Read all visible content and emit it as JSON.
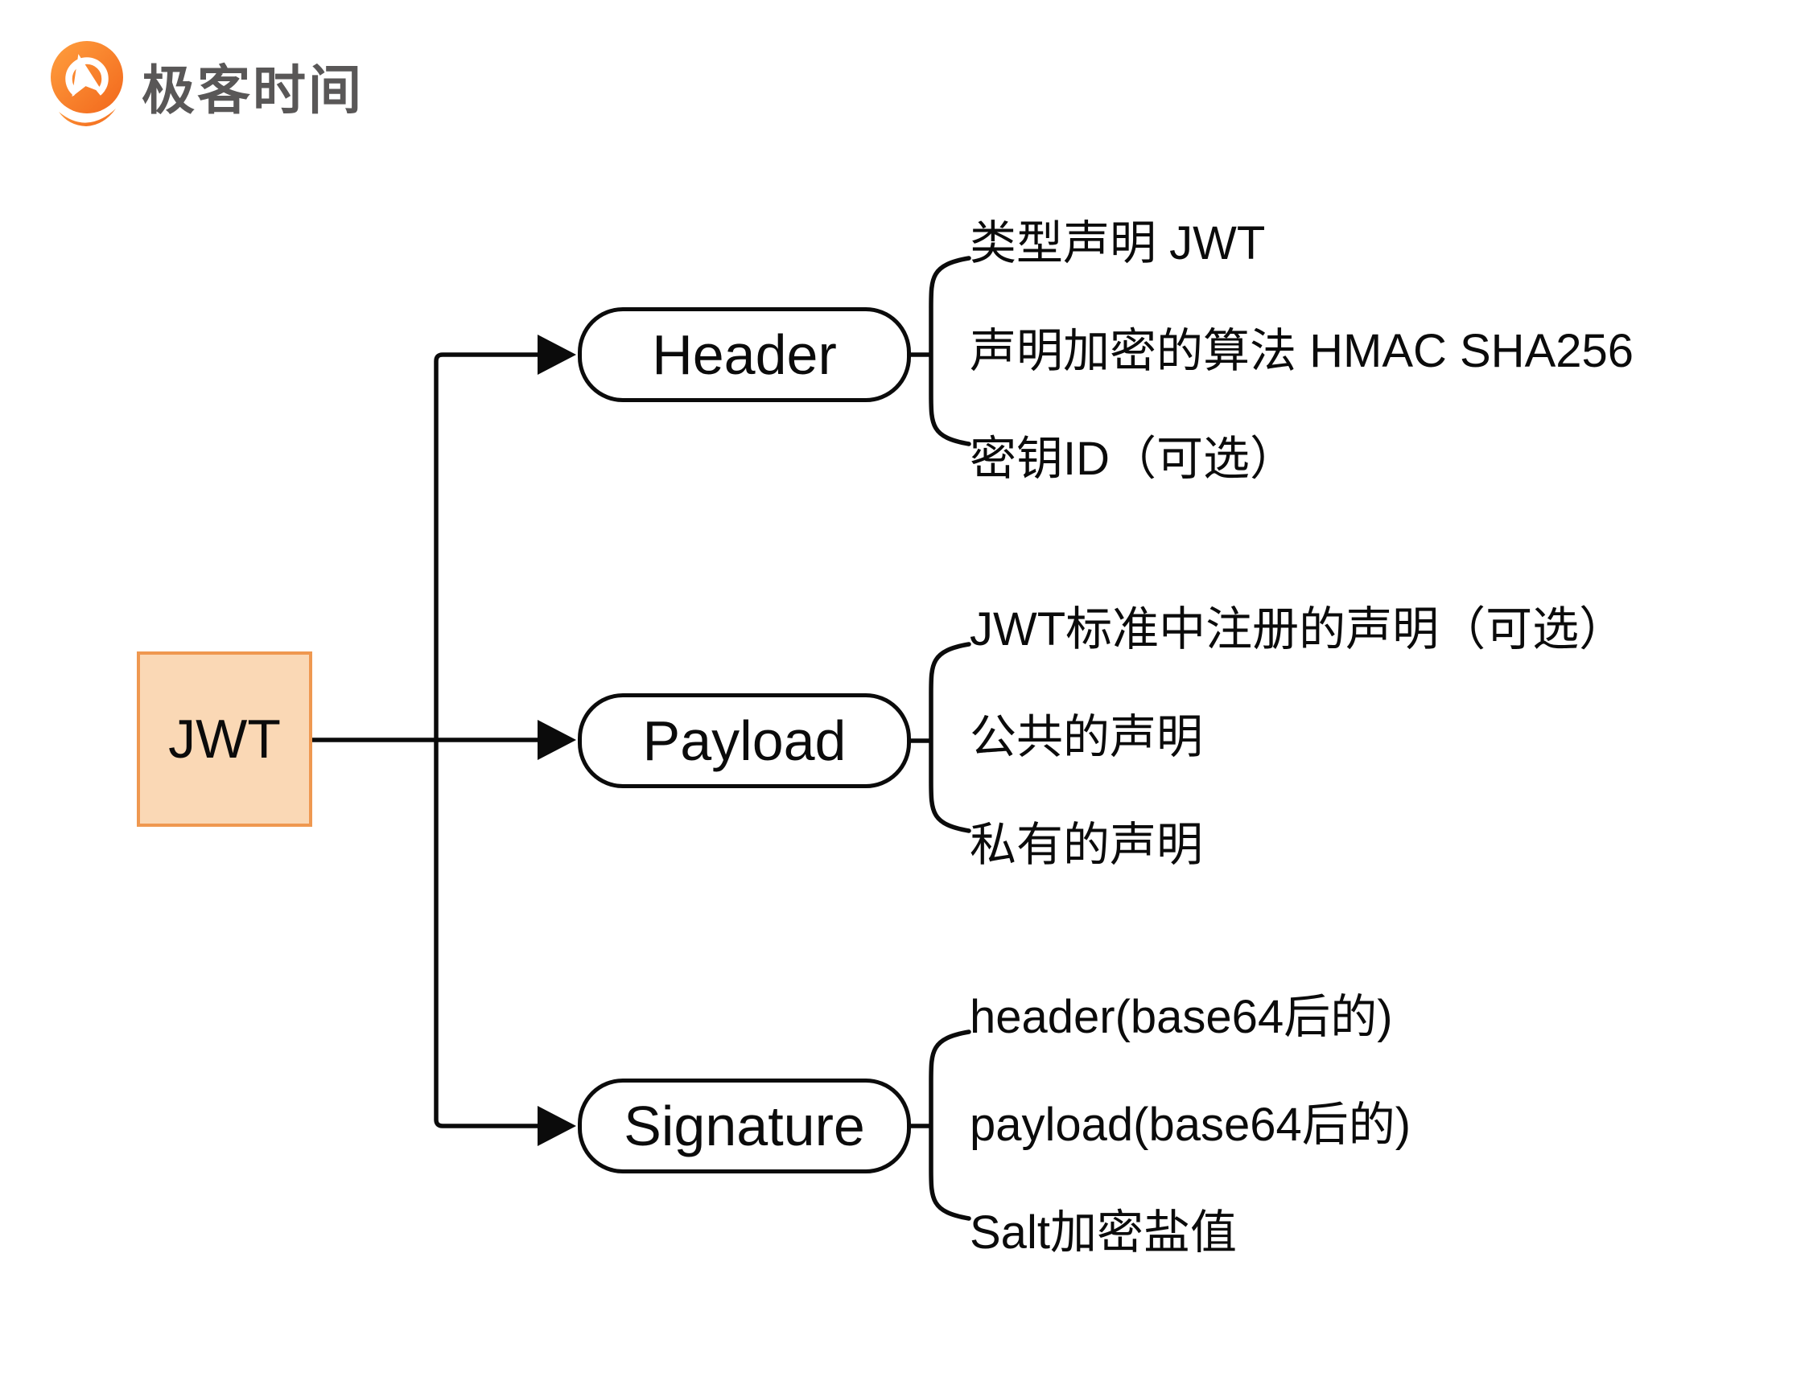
{
  "brand": {
    "name": "极客时间"
  },
  "colors": {
    "line": "#0b0b0b",
    "root_fill": "#fad8b5",
    "root_border": "#ef9850",
    "brand_text": "#595757",
    "logo_orange_light": "#ff9f3e",
    "logo_orange_dark": "#f2671c"
  },
  "root": {
    "label": "JWT"
  },
  "branches": [
    {
      "label": "Header",
      "leaves": [
        "类型声明 JWT",
        "声明加密的算法 HMAC SHA256",
        "密钥ID（可选）"
      ]
    },
    {
      "label": "Payload",
      "leaves": [
        "JWT标准中注册的声明（可选）",
        "公共的声明",
        "私有的声明"
      ]
    },
    {
      "label": "Signature",
      "leaves": [
        "header(base64后的)",
        "payload(base64后的)",
        "Salt加密盐值"
      ]
    }
  ]
}
